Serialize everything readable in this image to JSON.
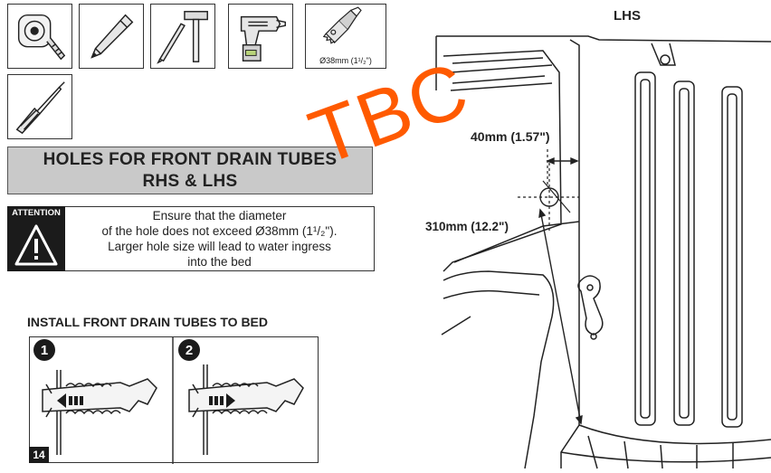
{
  "tools": [
    {
      "name": "tape-measure",
      "caption": ""
    },
    {
      "name": "marker-pen",
      "caption": ""
    },
    {
      "name": "hammer-and-punch",
      "caption": ""
    },
    {
      "name": "cordless-drill",
      "caption": ""
    },
    {
      "name": "hole-saw",
      "caption": "Ø38mm (1¹/₂\")"
    },
    {
      "name": "screwdriver",
      "caption": ""
    }
  ],
  "title": {
    "line1": "HOLES FOR FRONT DRAIN TUBES",
    "line2": "RHS & LHS"
  },
  "attention": {
    "label": "ATTENTION",
    "lines": [
      "Ensure that the diameter",
      "of the hole does not exceed Ø38mm (1¹/₂\").",
      "Larger hole size will lead to water ingress",
      "into the bed"
    ]
  },
  "watermark": "TBC",
  "install": {
    "heading": "INSTALL FRONT DRAIN TUBES TO BED",
    "steps": [
      {
        "number": "1"
      },
      {
        "number": "2"
      }
    ]
  },
  "page_number": "14",
  "diagram": {
    "side_label": "LHS",
    "dimension_horizontal": "40mm (1.57\")",
    "dimension_vertical": "310mm (12.2\")"
  },
  "colors": {
    "title_bg": "#c9c9c9",
    "watermark": "#ff5a00",
    "attention_bg": "#1b1b1b"
  }
}
